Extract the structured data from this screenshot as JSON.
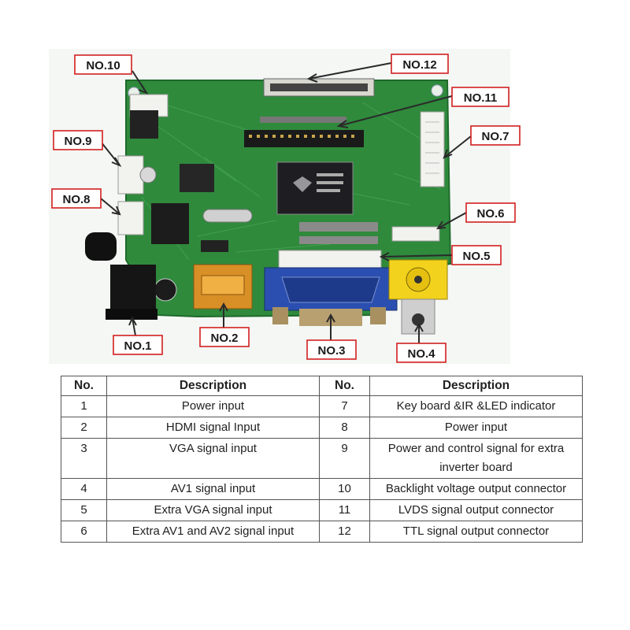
{
  "callouts": {
    "no1": "NO.1",
    "no2": "NO.2",
    "no3": "NO.3",
    "no4": "NO.4",
    "no5": "NO.5",
    "no6": "NO.6",
    "no7": "NO.7",
    "no8": "NO.8",
    "no9": "NO.9",
    "no10": "NO.10",
    "no11": "NO.11",
    "no12": "NO.12"
  },
  "table": {
    "headers": [
      "No.",
      "Description",
      "No.",
      "Description"
    ],
    "rows": [
      {
        "left_no": "1",
        "left_desc": "Power input",
        "right_no": "7",
        "right_desc": "Key board &IR &LED indicator"
      },
      {
        "left_no": "2",
        "left_desc": "HDMI signal Input",
        "right_no": "8",
        "right_desc": "Power input"
      },
      {
        "left_no": "3",
        "left_desc": "VGA signal input",
        "right_no": "9",
        "right_desc": "Power and control signal for extra inverter board"
      },
      {
        "left_no": "4",
        "left_desc": "AV1 signal input",
        "right_no": "10",
        "right_desc": "Backlight voltage output connector"
      },
      {
        "left_no": "5",
        "left_desc": "Extra VGA signal input",
        "right_no": "11",
        "right_desc": "LVDS signal output connector"
      },
      {
        "left_no": "6",
        "left_desc": "Extra AV1 and AV2 signal input",
        "right_no": "12",
        "right_desc": "TTL signal output connector"
      }
    ]
  },
  "colors": {
    "pcb_green": "#2f8a3c",
    "callout_border": "#d21f1f",
    "hdmi_gold": "#d88f26",
    "vga_blue": "#2b4fb0",
    "rca_yellow": "#f2d21c"
  }
}
